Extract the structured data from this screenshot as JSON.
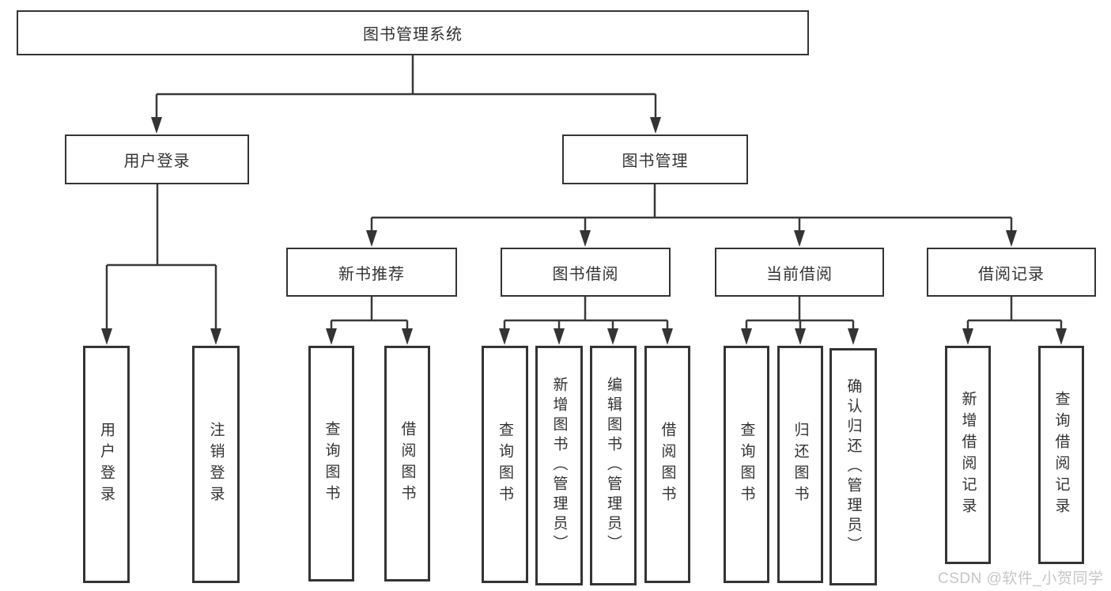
{
  "diagram": {
    "title": "图书管理系统",
    "type": "hierarchy-tree"
  },
  "colors": {
    "line": "#383838",
    "box_border": "#343434",
    "text": "#333333",
    "watermark": "#c6c6c6",
    "background": "#ffffff"
  },
  "tree": {
    "root": {
      "label": "图书管理系统"
    },
    "branches": [
      {
        "label": "用户登录",
        "children": [
          "用户登录",
          "注销登录"
        ]
      },
      {
        "label": "图书管理",
        "children": [
          {
            "label": "新书推荐",
            "children": [
              "查询图书",
              "借阅图书"
            ]
          },
          {
            "label": "图书借阅",
            "children": [
              "查询图书",
              "新增图书（管理员）",
              "编辑图书（管理员）",
              "借阅图书"
            ]
          },
          {
            "label": "当前借阅",
            "children": [
              "查询图书",
              "归还图书",
              "确认归还（管理员）"
            ]
          },
          {
            "label": "借阅记录",
            "children": [
              "新增借阅记录",
              "查询借阅记录"
            ]
          }
        ]
      }
    ]
  },
  "watermark": {
    "text": "CSDN @软件_小贺同学"
  }
}
